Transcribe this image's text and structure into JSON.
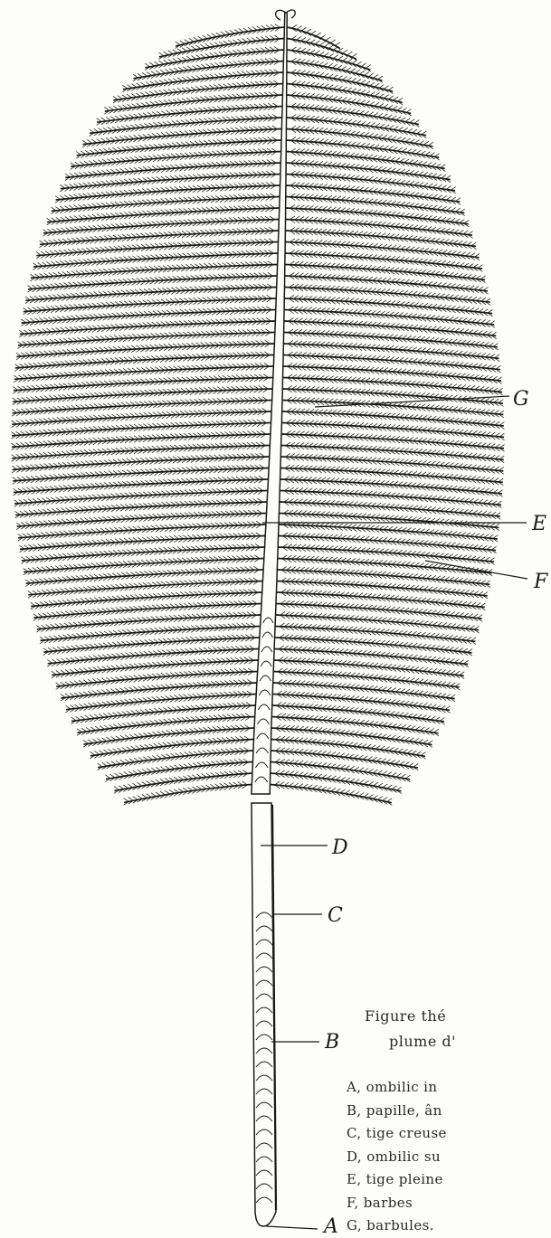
{
  "figure": {
    "callout_labels": {
      "a": "A",
      "b": "B",
      "c": "C",
      "d": "D",
      "e": "E",
      "f": "F",
      "g": "G"
    },
    "caption": {
      "title_line_1": "Figure thé",
      "title_line_2": "plume d'",
      "legend": [
        "A, ombilic in",
        "B, papille, ân",
        "C, tige creuse",
        "D, ombilic su",
        "E, tige pleine",
        "F, barbes",
        "G, barbules."
      ]
    },
    "colors": {
      "ink": "#1a1a1a",
      "paper": "#fdfdfb"
    }
  }
}
